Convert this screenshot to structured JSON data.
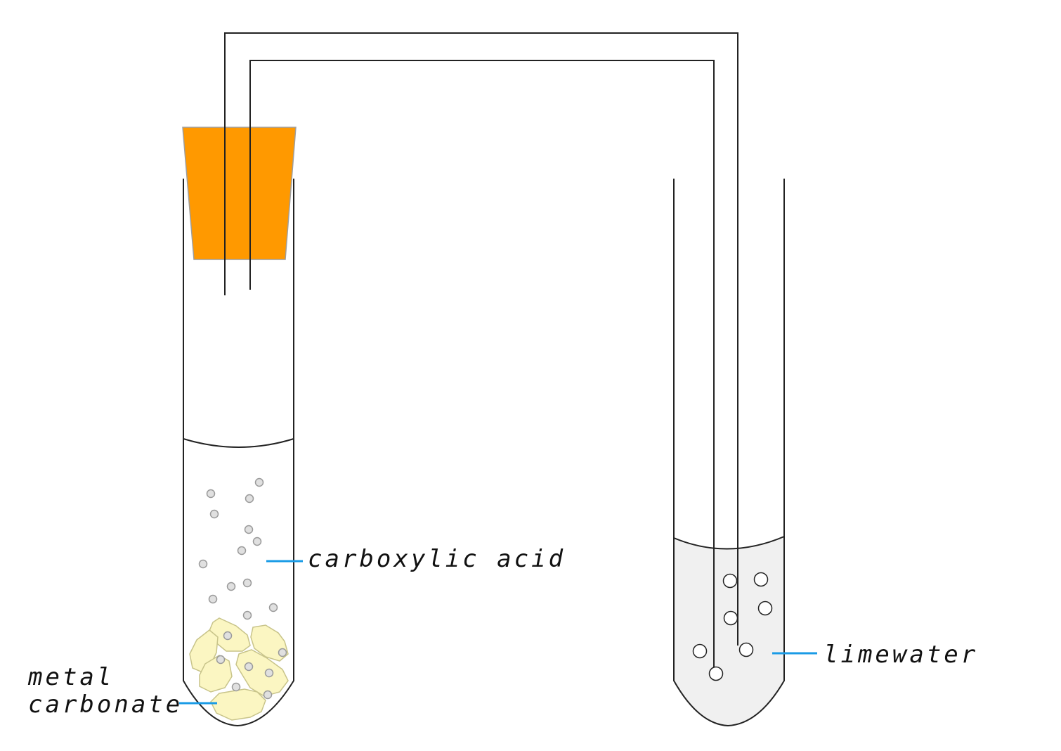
{
  "labels": {
    "metal_line1": "metal",
    "metal_line2": "carbonate",
    "acid": "carboxylic acid",
    "limewater": "limewater"
  },
  "colors": {
    "stopper": "#ff9900",
    "leader_line": "#1a9be6",
    "carbonate_lumps": "#fbf6c2",
    "acid_bubbles": "#e0e0e0",
    "limewater_fill": "#f0f0f0",
    "outline": "#222222"
  }
}
